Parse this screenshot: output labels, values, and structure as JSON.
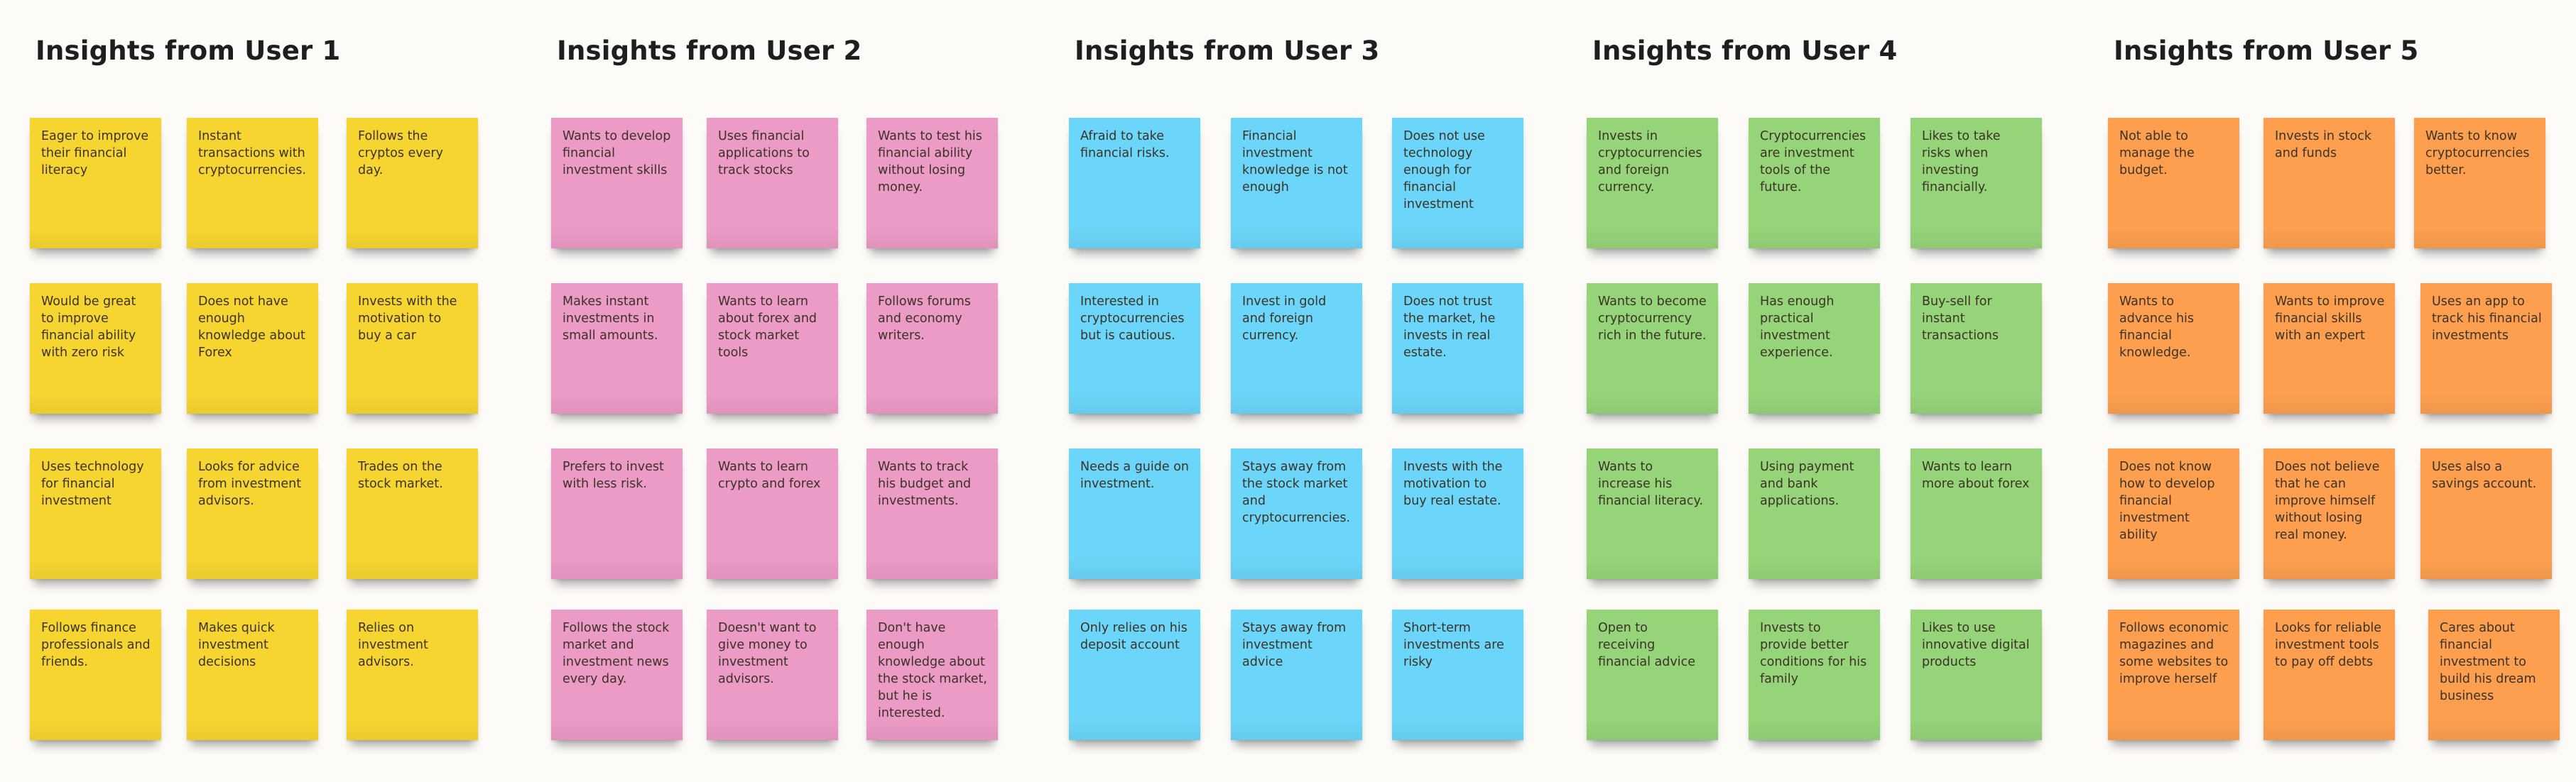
{
  "groups": [
    {
      "title": "Insights from User 1",
      "color": "#f7d530",
      "notes": [
        "Eager to improve their financial literacy",
        "Instant transactions with cryptocurrencies.",
        "Follows the cryptos every day.",
        "Would be great to improve financial ability with zero risk",
        "Does not have enough knowledge about Forex",
        "Invests with the motivation to buy a car",
        "Uses technology for financial investment",
        "Looks for advice from investment advisors.",
        "Trades on the stock market.",
        "Follows finance professionals and friends.",
        "Makes quick investment decisions",
        "Relies on investment advisors."
      ]
    },
    {
      "title": "Insights from User 2",
      "color": "#ec9ac6",
      "notes": [
        "Wants to develop financial investment skills",
        "Uses financial applications to track stocks",
        "Wants to test his financial ability without losing money.",
        "Makes instant investments in small amounts.",
        "Wants to learn about forex and stock market tools",
        "Follows forums and economy writers.",
        "Prefers to invest with less risk.",
        "Wants to learn crypto and forex",
        "Wants to track his budget and investments.",
        "Follows the stock market and investment news every day.",
        "Doesn't want to give money to investment advisors.",
        "Don't have enough knowledge about the stock market, but he is interested."
      ]
    },
    {
      "title": "Insights from User 3",
      "color": "#6bd6f9",
      "notes": [
        "Afraid to take financial risks.",
        "Financial investment knowledge is not enough",
        "Does not use technology enough for financial investment",
        "Interested in cryptocurrencies but is cautious.",
        "Invest in gold and foreign currency.",
        "Does not trust the market, he invests in real estate.",
        "Needs a guide on investment.",
        "Stays away from the stock market and cryptocurrencies.",
        "Invests with the motivation to buy real estate.",
        "Only relies on his deposit account",
        "Stays away from investment advice",
        "Short-term investments are risky"
      ]
    },
    {
      "title": "Insights from User 4",
      "color": "#95d479",
      "notes": [
        "Invests in cryptocurrencies and foreign currency.",
        "Cryptocurrencies are investment tools of the future.",
        "Likes to take risks when investing financially.",
        "Wants to become cryptocurrency rich in the future.",
        "Has enough practical investment experience.",
        "Buy-sell for instant transactions",
        "Wants to increase his financial literacy.",
        "Using payment and bank applications.",
        "Wants to learn more about forex",
        "Open to receiving financial advice",
        "Invests to provide better conditions for his family",
        "Likes to use innovative digital products"
      ]
    },
    {
      "title": "Insights from User 5",
      "color": "#fd9f4f",
      "notes": [
        "Not able to manage the budget.",
        "Invests in stock and funds",
        "Wants to know cryptocurrencies better.",
        "Wants to advance his financial knowledge.",
        "Wants to improve financial skills with an expert",
        "Uses an app to track his financial investments",
        "Does not know how to develop financial investment ability",
        "Does not believe that he can improve himself without losing real money.",
        "Uses also a savings account.",
        "Follows economic magazines and some websites to improve herself",
        "Looks for reliable investment tools to pay off debts",
        "Cares about financial investment to build his dream business"
      ]
    }
  ]
}
